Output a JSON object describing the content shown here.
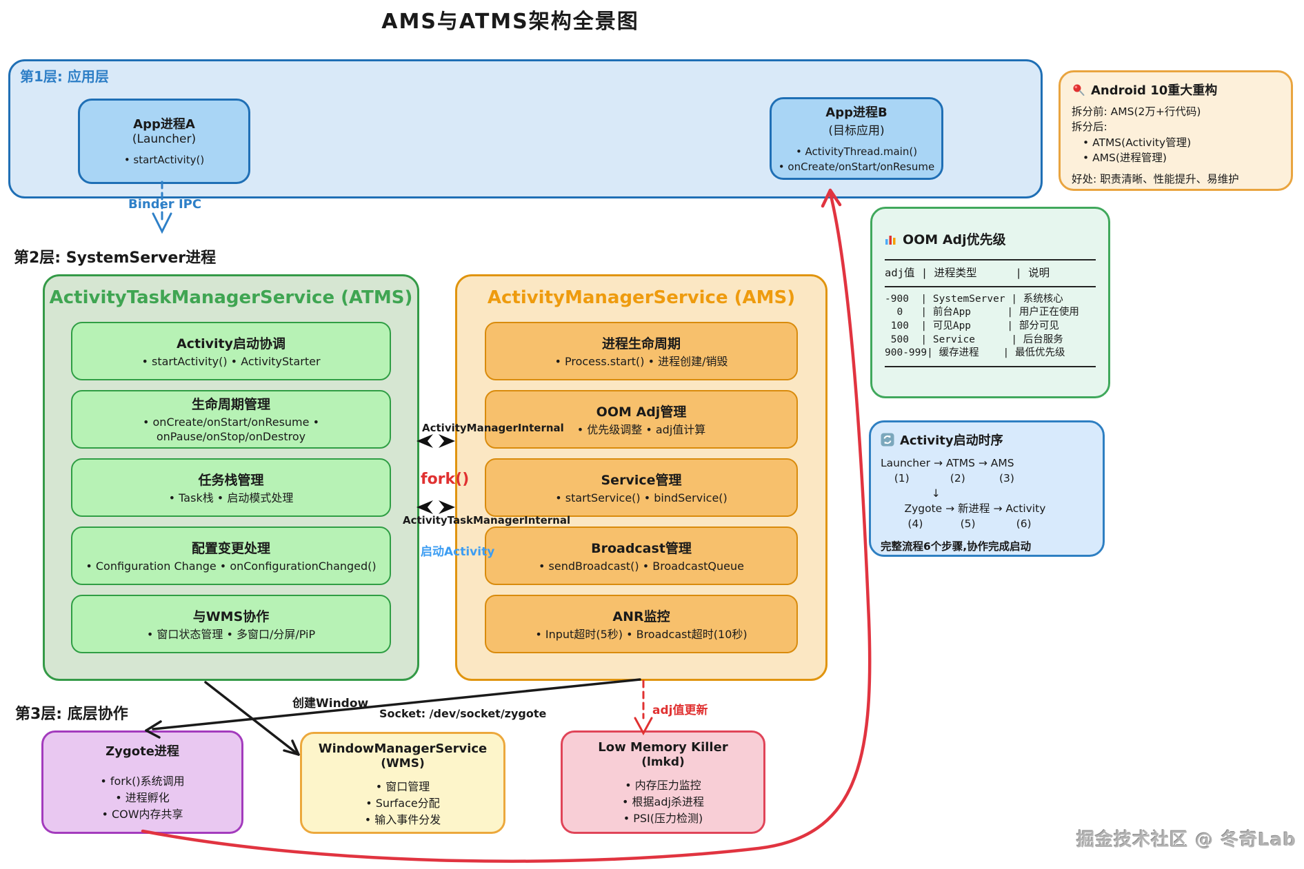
{
  "title": "AMS与ATMS架构全景图",
  "watermark": "掘金技术社区 @ 冬奇Lab",
  "colors": {
    "blue": "#1f6fb5",
    "green": "#2f9e44",
    "orange": "#e8940e",
    "purple": "#a33bbd",
    "yellow": "#eca83c",
    "pink": "#e04458",
    "red": "#e03131",
    "link_blue": "#3d9df2"
  },
  "icons": {
    "pushpin": "pushpin-icon",
    "bar_chart": "bar-chart-icon",
    "refresh": "refresh-icon"
  },
  "layer1": {
    "label": "第1层: 应用层",
    "app_a": {
      "title": "App进程A",
      "subtitle": "(Launcher)",
      "bullet": "• startActivity()"
    },
    "app_b": {
      "title": "App进程B",
      "subtitle": "(目标应用)",
      "bullet1": "• ActivityThread.main()",
      "bullet2": "• onCreate/onStart/onResume"
    }
  },
  "binder_ipc": {
    "label": "Binder IPC"
  },
  "layer2": {
    "label": "第2层: SystemServer进程",
    "atms": {
      "title": "ActivityTaskManagerService (ATMS)",
      "cards": [
        {
          "title": "Activity启动协调",
          "body": "• startActivity() • ActivityStarter"
        },
        {
          "title": "生命周期管理",
          "body": "• onCreate/onStart/onResume •\nonPause/onStop/onDestroy"
        },
        {
          "title": "任务栈管理",
          "body": "• Task栈 • 启动模式处理"
        },
        {
          "title": "配置变更处理",
          "body": "• Configuration Change • onConfigurationChanged()"
        },
        {
          "title": "与WMS协作",
          "body": "• 窗口状态管理 • 多窗口/分屏/PiP"
        }
      ]
    },
    "ams": {
      "title": "ActivityManagerService (AMS)",
      "cards": [
        {
          "title": "进程生命周期",
          "body": "• Process.start() • 进程创建/销毁"
        },
        {
          "title": "OOM Adj管理",
          "body": "• 优先级调整 • adj值计算"
        },
        {
          "title": "Service管理",
          "body": "• startService() • bindService()"
        },
        {
          "title": "Broadcast管理",
          "body": "• sendBroadcast() • BroadcastQueue"
        },
        {
          "title": "ANR监控",
          "body": "• Input超时(5秒) • Broadcast超时(10秒)"
        }
      ]
    },
    "connectors": {
      "manager_internal": "ActivityManagerInternal",
      "fork": "fork()",
      "task_manager_internal": "ActivityTaskManagerInternal",
      "start_activity": "启动Activity"
    }
  },
  "layer3": {
    "label": "第3层: 底层协作",
    "zygote": {
      "title": "Zygote进程",
      "bullets": [
        "• fork()系统调用",
        "• 进程孵化",
        "• COW内存共享"
      ]
    },
    "wms": {
      "title": "WindowManagerService",
      "subtitle": "(WMS)",
      "bullets": [
        "• 窗口管理",
        "• Surface分配",
        "• 输入事件分发"
      ]
    },
    "lmk": {
      "title": "Low Memory Killer",
      "subtitle": "(lmkd)",
      "bullets": [
        "• 内存压力监控",
        "• 根据adj杀进程",
        "• PSI(压力检测)"
      ]
    }
  },
  "edges": {
    "create_window": "创建Window",
    "socket": "Socket: /dev/socket/zygote",
    "adj_update": "adj值更新"
  },
  "note_android10": {
    "title": "Android 10重大重构",
    "line1": "拆分前: AMS(2万+行代码)",
    "line2": "拆分后:",
    "bullet1": "• ATMS(Activity管理)",
    "bullet2": "• AMS(进程管理)",
    "footer": "好处: 职责清晰、性能提升、易维护"
  },
  "note_oom": {
    "title": "OOM Adj优先级",
    "header": "adj值 | 进程类型      | 说明",
    "rows": [
      "-900  | SystemServer | 系统核心",
      "  0   | 前台App      | 用户正在使用",
      " 100  | 可见App      | 部分可见",
      " 500  | Service      | 后台服务",
      "900-999| 缓存进程    | 最低优先级"
    ]
  },
  "note_sequence": {
    "title": "Activity启动时序",
    "line1": "Launcher → ATMS → AMS",
    "line2": "    (1)            (2)          (3)",
    "line3": "               ↓",
    "line4": "       Zygote → 新进程 → Activity",
    "line5": "        (4)           (5)            (6)",
    "footer": "完整流程6个步骤,协作完成启动"
  }
}
